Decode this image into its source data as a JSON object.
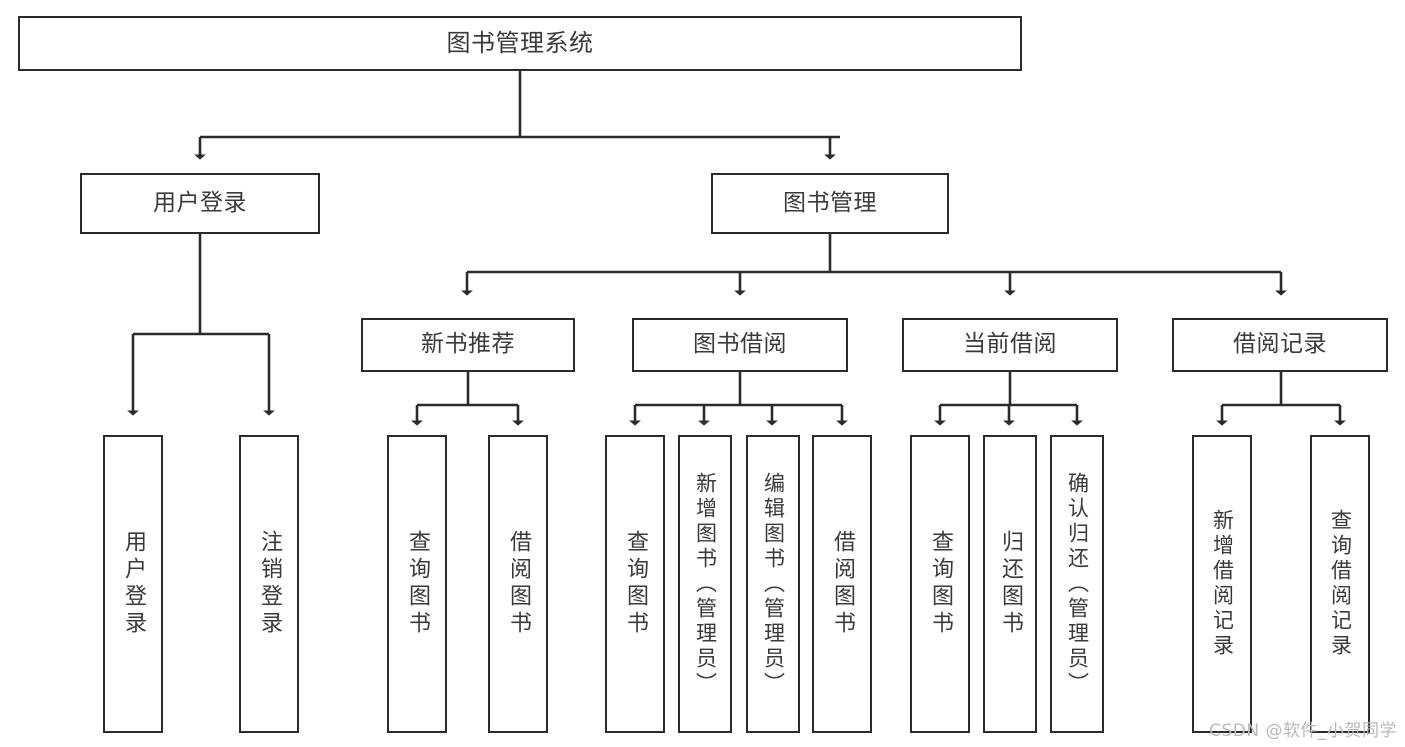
{
  "diagram": {
    "title": "图书管理系统",
    "type": "tree-hierarchy",
    "stroke_color": "#2b2b2b",
    "text_color": "#3a3a3a",
    "background_color": "#ffffff",
    "watermark": "CSDN @软件_小贺同学"
  },
  "root": {
    "label": "图书管理系统"
  },
  "level2": [
    {
      "label": "用户登录"
    },
    {
      "label": "图书管理"
    }
  ],
  "level3": [
    {
      "label": "新书推荐"
    },
    {
      "label": "图书借阅"
    },
    {
      "label": "当前借阅"
    },
    {
      "label": "借阅记录"
    }
  ],
  "leaves": {
    "user_login": [
      {
        "label": "用户登录"
      },
      {
        "label": "注销登录"
      }
    ],
    "new_book_recommend": [
      {
        "label": "查询图书"
      },
      {
        "label": "借阅图书"
      }
    ],
    "book_borrow": [
      {
        "label": "查询图书"
      },
      {
        "label": "新增图书（管理员）"
      },
      {
        "label": "编辑图书（管理员）"
      },
      {
        "label": "借阅图书"
      }
    ],
    "current_borrow": [
      {
        "label": "查询图书"
      },
      {
        "label": "归还图书"
      },
      {
        "label": "确认归还（管理员）"
      }
    ],
    "borrow_record": [
      {
        "label": "新增借阅记录"
      },
      {
        "label": "查询借阅记录"
      }
    ]
  }
}
